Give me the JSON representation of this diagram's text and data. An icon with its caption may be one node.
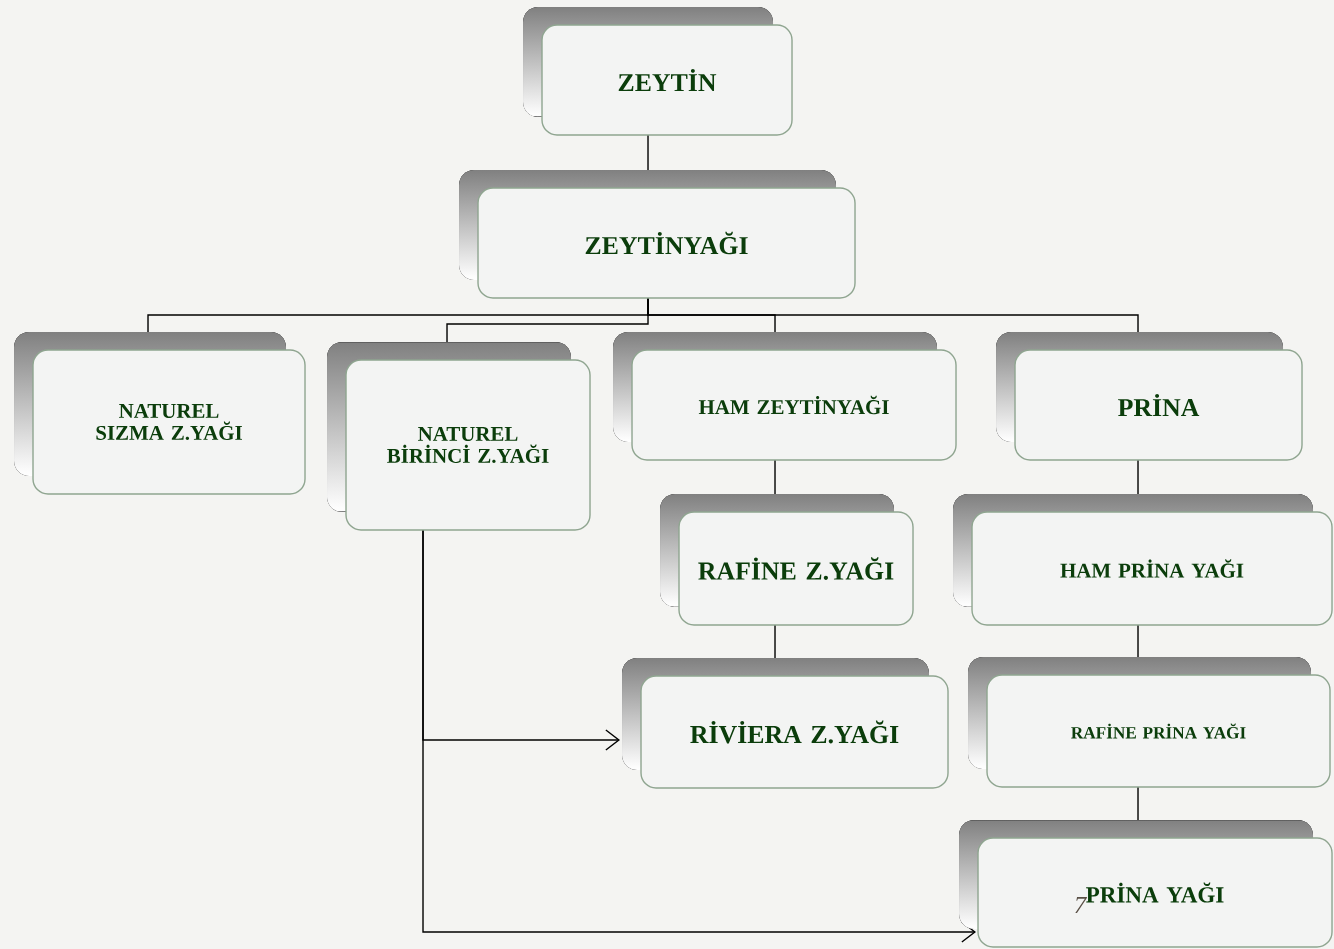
{
  "diagram": {
    "nodes": [
      {
        "text": [
          "ZEYTİN"
        ]
      },
      {
        "text": [
          "ZEYTİNYAĞI"
        ]
      },
      {
        "text": [
          "NATUREL SIZMA Z.YAĞI"
        ]
      },
      {
        "text": [
          "NATUREL BİRİNCİ Z.YAĞI"
        ]
      },
      {
        "text": [
          "HAM ZEYTİNYAĞI"
        ]
      },
      {
        "text": [
          "PRİNA"
        ]
      },
      {
        "text": [
          "RAFİNE Z.YAĞI"
        ]
      },
      {
        "text": [
          "RİVİERA Z.YAĞI"
        ]
      },
      {
        "text": [
          "HAM PRİNA YAĞI"
        ]
      },
      {
        "text": [
          "RAFİNE PRİNA YAĞI"
        ]
      },
      {
        "text": [
          "PRİNA YAĞI"
        ]
      }
    ],
    "edges": [
      {
        "from": 0,
        "to": 1,
        "arrow": "none"
      },
      {
        "from": 1,
        "to": 2,
        "arrow": "none"
      },
      {
        "from": 1,
        "to": 3,
        "arrow": "none"
      },
      {
        "from": 1,
        "to": 4,
        "arrow": "none"
      },
      {
        "from": 1,
        "to": 5,
        "arrow": "none"
      },
      {
        "from": 4,
        "to": 6,
        "arrow": "none"
      },
      {
        "from": 6,
        "to": 7,
        "arrow": "none"
      },
      {
        "from": 5,
        "to": 8,
        "arrow": "none"
      },
      {
        "from": 8,
        "to": 9,
        "arrow": "none"
      },
      {
        "from": 9,
        "to": 10,
        "arrow": "none"
      },
      {
        "from": 3,
        "to": 7,
        "arrow": "to"
      },
      {
        "from": 3,
        "to": 10,
        "arrow": "to"
      }
    ],
    "labels": [
      "7"
    ]
  }
}
